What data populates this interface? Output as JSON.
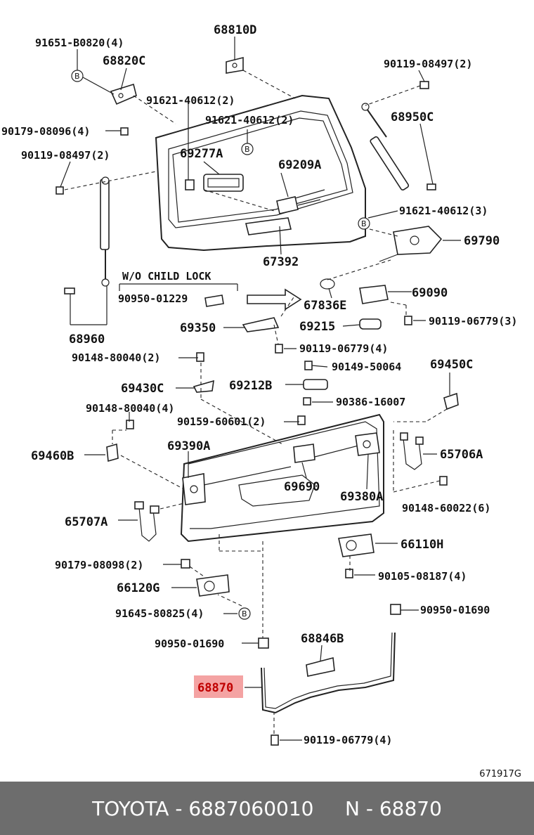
{
  "labels": {
    "p91651": "91651-B0820(4)",
    "p68820c": "68820C",
    "p68810d": "68810D",
    "p90119a": "90119-08497(2)",
    "p91621a": "91621-40612(2)",
    "p91621b": "91621-40612(2)",
    "p90179a": "90179-08096(4)",
    "p68950c": "68950C",
    "p90119b": "90119-08497(2)",
    "p69277a": "69277A",
    "p69209a": "69209A",
    "p91621c": "91621-40612(3)",
    "p69790": "69790",
    "p67392": "67392",
    "wo_child_lock": "W/O CHILD LOCK",
    "p90950a": "90950-01229",
    "p67836e": "67836E",
    "p69090": "69090",
    "p68960": "68960",
    "p69350": "69350",
    "p69215": "69215",
    "p90119c": "90119-06779(3)",
    "p90119d": "90119-06779(4)",
    "p90148a": "90148-80040(2)",
    "p90149": "90149-50064",
    "p69450c": "69450C",
    "p69430c": "69430C",
    "p69212b": "69212B",
    "p90148b": "90148-80040(4)",
    "p90386": "90386-16007",
    "p90159": "90159-60601(2)",
    "p69460b": "69460B",
    "p69390a": "69390A",
    "p65706a": "65706A",
    "p69690": "69690",
    "p69380a": "69380A",
    "p90148c": "90148-60022(6)",
    "p65707a": "65707A",
    "p66110h": "66110H",
    "p90179b": "90179-08098(2)",
    "p66120g": "66120G",
    "p90105": "90105-08187(4)",
    "p91645": "91645-80825(4)",
    "p90950b": "90950-01690",
    "p90950c": "90950-01690",
    "p68846b": "68846B",
    "p68870": "68870",
    "p90119e": "90119-06779(4)",
    "b_marker": "B"
  },
  "highlight_color": "#f4a3a3",
  "reference_code": "671917G",
  "footer": "TOYOTA - 6887060010     N - 68870"
}
